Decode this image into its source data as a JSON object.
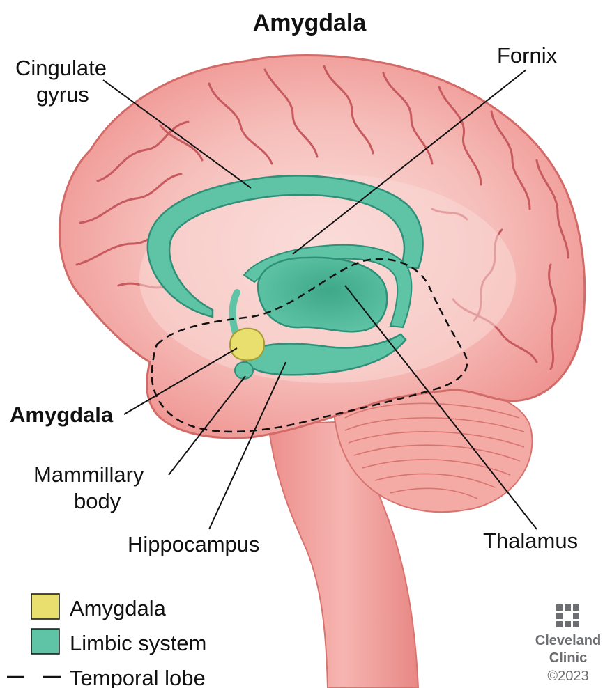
{
  "title": "Amygdala",
  "labels": {
    "cingulate_gyrus": [
      "Cingulate",
      "gyrus"
    ],
    "fornix": "Fornix",
    "amygdala": "Amygdala",
    "mammillary_body": [
      "Mammillary",
      "body"
    ],
    "hippocampus": "Hippocampus",
    "thalamus": "Thalamus"
  },
  "legend": [
    {
      "label": "Amygdala",
      "swatch": "fill",
      "color": "#e8df6f"
    },
    {
      "label": "Limbic system",
      "swatch": "fill",
      "color": "#5fc4a6"
    },
    {
      "label": "Temporal lobe",
      "swatch": "dashed-line",
      "color": "#111111"
    }
  ],
  "brand": {
    "line1": "Cleveland",
    "line2": "Clinic",
    "copyright": "©2023"
  },
  "colors": {
    "cerebrum": "#f19c99",
    "cerebrum_inner": "#f8cfcc",
    "sulci": "#c75a5e",
    "limbic": "#5fc4a6",
    "limbic_dark": "#2f8f78",
    "amygdala": "#e8df6f",
    "cerebellum": "#f3a6a1",
    "brainstem": "#f2a3a0"
  }
}
